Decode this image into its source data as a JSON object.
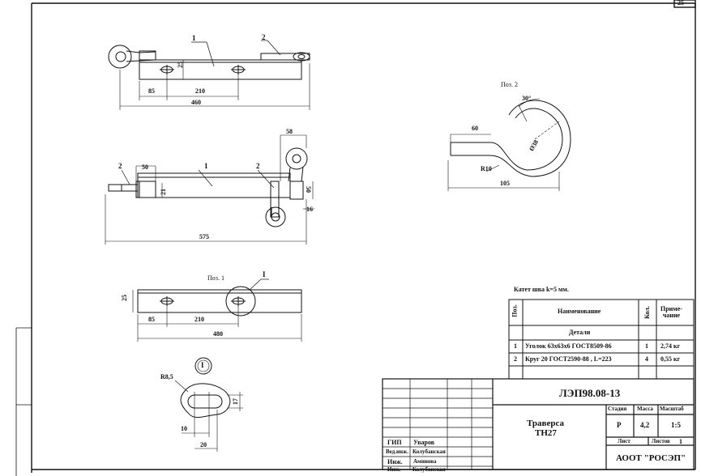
{
  "sheet_number": "25",
  "assembly": {
    "view1": {
      "pos1": "1",
      "pos2": "2",
      "dim_25": "25",
      "dim_85": "85",
      "dim_210": "210",
      "dim_460": "460"
    },
    "view2": {
      "pos1": "1",
      "pos2a": "2",
      "pos2b": "2",
      "dim_50a": "50",
      "dim_58": "58",
      "dim_21": "21",
      "dim_50b": "50",
      "dim_16": "16",
      "dim_575": "575"
    }
  },
  "pos2_detail": {
    "title": "Поз. 2",
    "dim_angle": "30°",
    "dim_60": "60",
    "dim_r": "Ø38",
    "dim_r10": "R10",
    "dim_105": "105"
  },
  "pos1_detail": {
    "title": "Поз. 1",
    "callout": "I",
    "dim_25": "25",
    "dim_85": "85",
    "dim_210": "210",
    "dim_480": "480"
  },
  "detail_i": {
    "label": "I",
    "dim_r85": "R8,5",
    "dim_17": "17",
    "dim_10": "10",
    "dim_20": "20"
  },
  "weld_note": "Катет шва k=5 мм.",
  "spec_table": {
    "headers": {
      "pos": "Поз.",
      "name": "Наименование",
      "qty": "Кол.",
      "note": "Приме-\nчание"
    },
    "section": "Детали",
    "rows": [
      {
        "pos": "1",
        "name": "Уголок 63х63х6 ГОСТ8509-86",
        "qty": "1",
        "note": "2,74 кг"
      },
      {
        "pos": "2",
        "name": "Круг 20 ГОСТ2590-88 , L=223",
        "qty": "4",
        "note": "0,55 кг"
      }
    ]
  },
  "title_block": {
    "doc_code": "ЛЭП98.08-13",
    "title_line1": "Траверса",
    "title_line2": "ТН27",
    "stage_label": "Стадия",
    "mass_label": "Масса",
    "scale_label": "Масштаб",
    "stage": "Р",
    "mass": "4,2",
    "scale": "1:5",
    "sheet_label": "Лист",
    "sheets_label": "Листов",
    "sheets": "1",
    "company": "АООТ \"РОСЭП\"",
    "signers": [
      {
        "role": "ГИП",
        "name": "Уваров"
      },
      {
        "role": "Вед.инж.",
        "name": "Колубанская"
      },
      {
        "role": "Инж.",
        "name": "Аминова"
      },
      {
        "role": "Инж.",
        "name": "Колубанская"
      }
    ]
  }
}
